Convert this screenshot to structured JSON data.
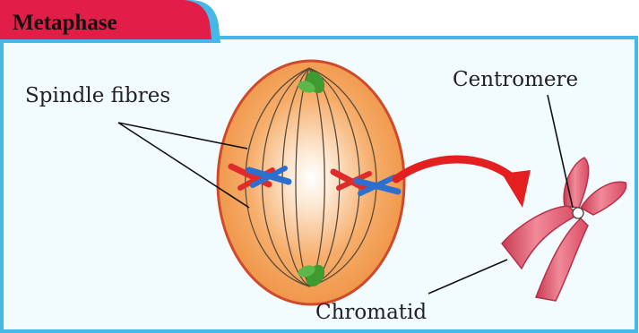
{
  "title": "Metaphase",
  "labels": {
    "spindle_fibres": "Spindle fibres",
    "centromere": "Centromere",
    "chromatid": "Chromatid"
  },
  "colors": {
    "header_bar": "#e11d48",
    "header_tab": "#45b8e8",
    "frame": "#45b8e8",
    "panel_bg": "#f2fbfd",
    "cell_fill": "#f29a4c",
    "cell_outline": "#cf4a2a",
    "centrosome": "#3f9a2f",
    "chromosome_red": "#e02b2b",
    "chromosome_blue": "#2d6fcf",
    "arrow": "#e41f1f",
    "chromatid": "#e96a7c"
  }
}
